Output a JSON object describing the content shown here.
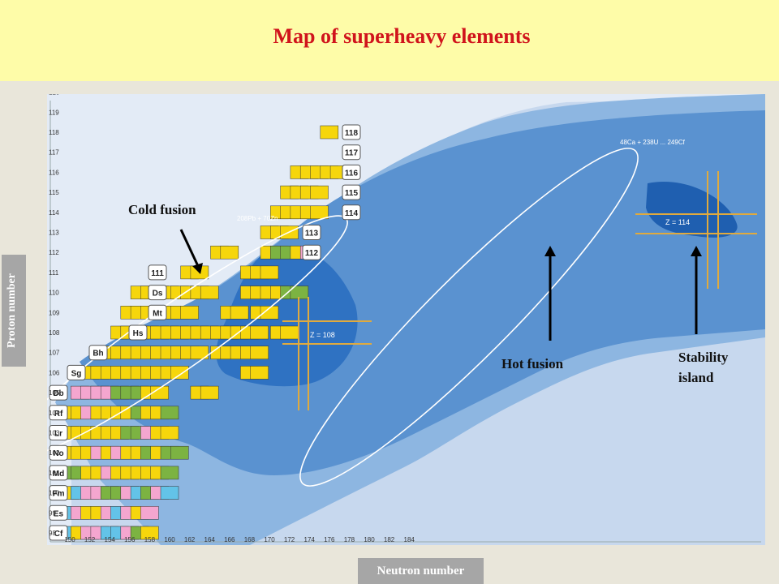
{
  "title": "Map of superheavy elements",
  "annotations": {
    "cold_fusion": "Cold fusion",
    "hot_fusion": "Hot fusion",
    "stability_island": "Stability island"
  },
  "axes": {
    "y_label": "Proton number",
    "x_label": "Neutron number",
    "y_ticks": [
      "98",
      "99",
      "100",
      "101",
      "102",
      "103",
      "104",
      "105",
      "106",
      "107",
      "108",
      "109",
      "110",
      "111",
      "112",
      "113",
      "114",
      "115",
      "116",
      "117",
      "118",
      "119",
      "120"
    ],
    "x_ticks": [
      "150",
      "152",
      "154",
      "156",
      "158",
      "160",
      "162",
      "164",
      "166",
      "168",
      "170",
      "172",
      "174",
      "176",
      "178",
      "180",
      "182",
      "184"
    ]
  },
  "element_labels": [
    "Cf",
    "Es",
    "Fm",
    "Md",
    "No",
    "Lr",
    "Rf",
    "Db",
    "Sg",
    "Bh",
    "Hs",
    "Mt",
    "Ds",
    "111",
    "112",
    "113",
    "114",
    "115",
    "116",
    "117",
    "118"
  ],
  "magic_labels": [
    "Z = 108",
    "Z = 114"
  ],
  "reaction_labels": [
    "208Pb + 70Zn",
    "48Ca + 238U ... 249Cf"
  ],
  "colors": {
    "header_bg": "#fefca8",
    "title": "#d0141c",
    "chart_bg": "#f3f5fa",
    "alpha_decay": "#f6d60c",
    "spontaneous_fission": "#7cb342",
    "beta_plus": "#f4a6cf",
    "beta_minus": "#63c3e8",
    "stable_like": "#ffffff",
    "magic_lines": "#e0aa3e"
  }
}
